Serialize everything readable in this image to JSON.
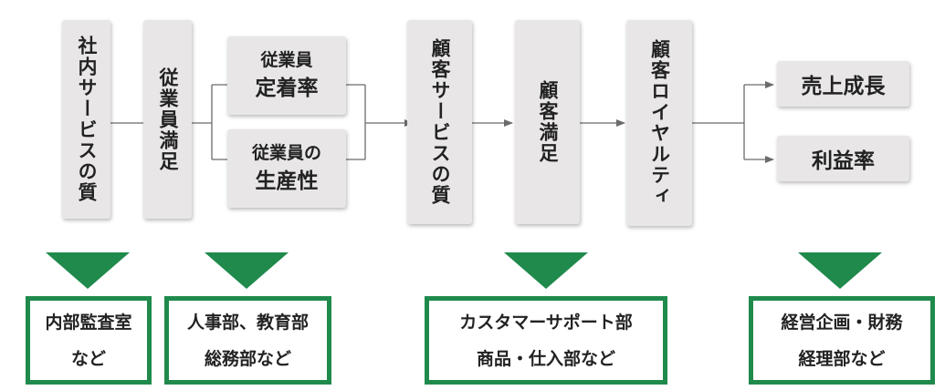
{
  "flow": {
    "internal_service_quality": "社内サービスの質",
    "employee_satisfaction": "従業員満足",
    "employee_retention": {
      "line1": "従業員",
      "line2": "定着率"
    },
    "employee_productivity": {
      "line1": "従業員の",
      "line2": "生産性"
    },
    "customer_service_quality": "顧客サービスの質",
    "customer_satisfaction": "顧客満足",
    "customer_loyalty": "顧客ロイヤルティ",
    "revenue_growth": "売上成長",
    "profit_margin": "利益率"
  },
  "departments": [
    {
      "line1": "内部監査室",
      "line2": "など"
    },
    {
      "line1": "人事部、教育部",
      "line2": "総務部など"
    },
    {
      "line1": "カスタマーサポート部",
      "line2": "商品・仕入部など"
    },
    {
      "line1": "経営企画・財務",
      "line2": "経理部など"
    }
  ],
  "colors": {
    "box": "#e8e6e6",
    "accent_green": "#1f8a4c",
    "connector": "#6b6b6b"
  }
}
